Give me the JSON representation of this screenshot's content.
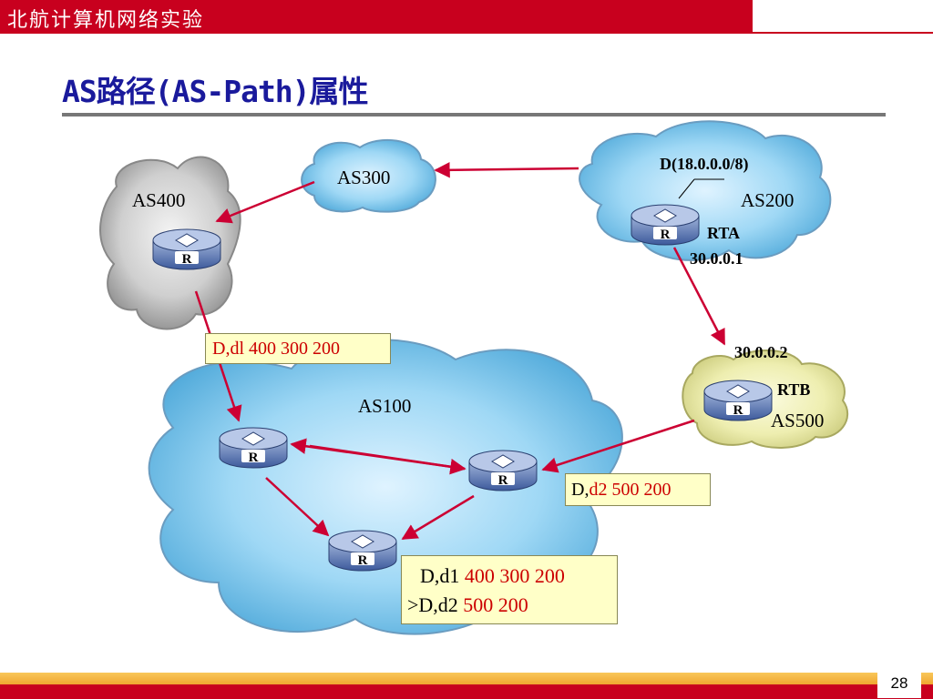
{
  "header": {
    "course": "北航计算机网络实验"
  },
  "title": "AS路径(AS-Path)属性",
  "clouds": {
    "as400": "AS400",
    "as300": "AS300",
    "as200": "AS200",
    "as100": "AS100",
    "as500": "AS500"
  },
  "router_glyph": "R",
  "labels": {
    "prefix": "D(18.0.0.0/8)",
    "rta_name": "RTA",
    "rta_ip": "30.0.0.1",
    "rtb_ip": "30.0.0.2",
    "rtb_name": "RTB"
  },
  "route_boxes": {
    "d1": {
      "prefix": "D,dl",
      "path": "400 300 200"
    },
    "d2": {
      "prefix": "D,",
      "path": "d2 500 200"
    },
    "table": {
      "line1_prefix": "D,d1",
      "line1_path": "400 300 200",
      "line2_prefix": ">D,d2",
      "line2_path": "500 200"
    }
  },
  "page_number": "28",
  "colors": {
    "header_red": "#c8001e",
    "title_blue": "#1a1a9c",
    "arrow_red": "#cc0033",
    "box_yellow": "#ffffc8"
  }
}
